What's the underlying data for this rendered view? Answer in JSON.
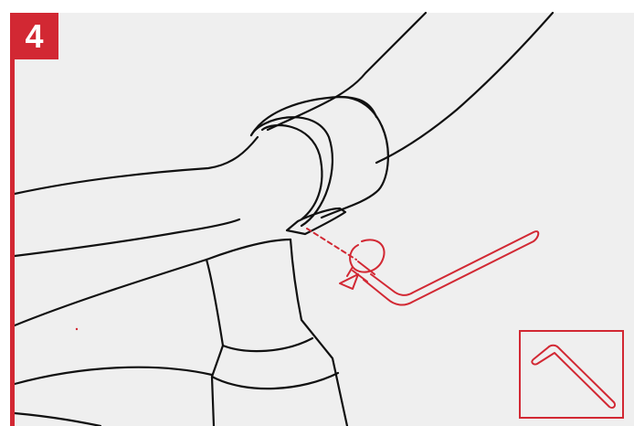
{
  "step": {
    "number": "4"
  },
  "colors": {
    "accent": "#d22833",
    "line": "#111111",
    "background": "#efefef"
  },
  "illustration": {
    "subject": "handlebar-stem-clamp",
    "tool": "hex-key",
    "action": "tighten-clockwise"
  },
  "tool_inset": {
    "icon": "hex-key-icon"
  }
}
